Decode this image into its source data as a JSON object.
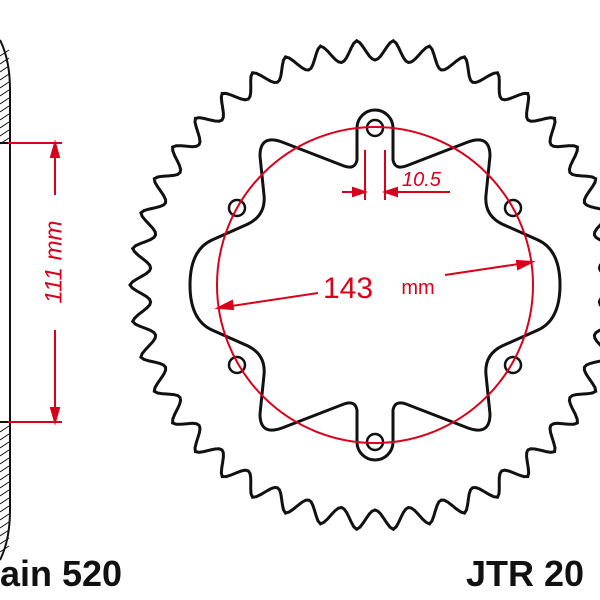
{
  "dimensions": {
    "hub_offset": "111 mm",
    "slot_width": "10.5",
    "pcd_value": "143",
    "pcd_unit": "mm"
  },
  "labels": {
    "chain": "ain 520",
    "part_number": "JTR 20"
  },
  "colors": {
    "outline": "#111111",
    "dimension": "#d9001b"
  },
  "sprocket": {
    "teeth": 42,
    "bolt_holes": 6
  }
}
